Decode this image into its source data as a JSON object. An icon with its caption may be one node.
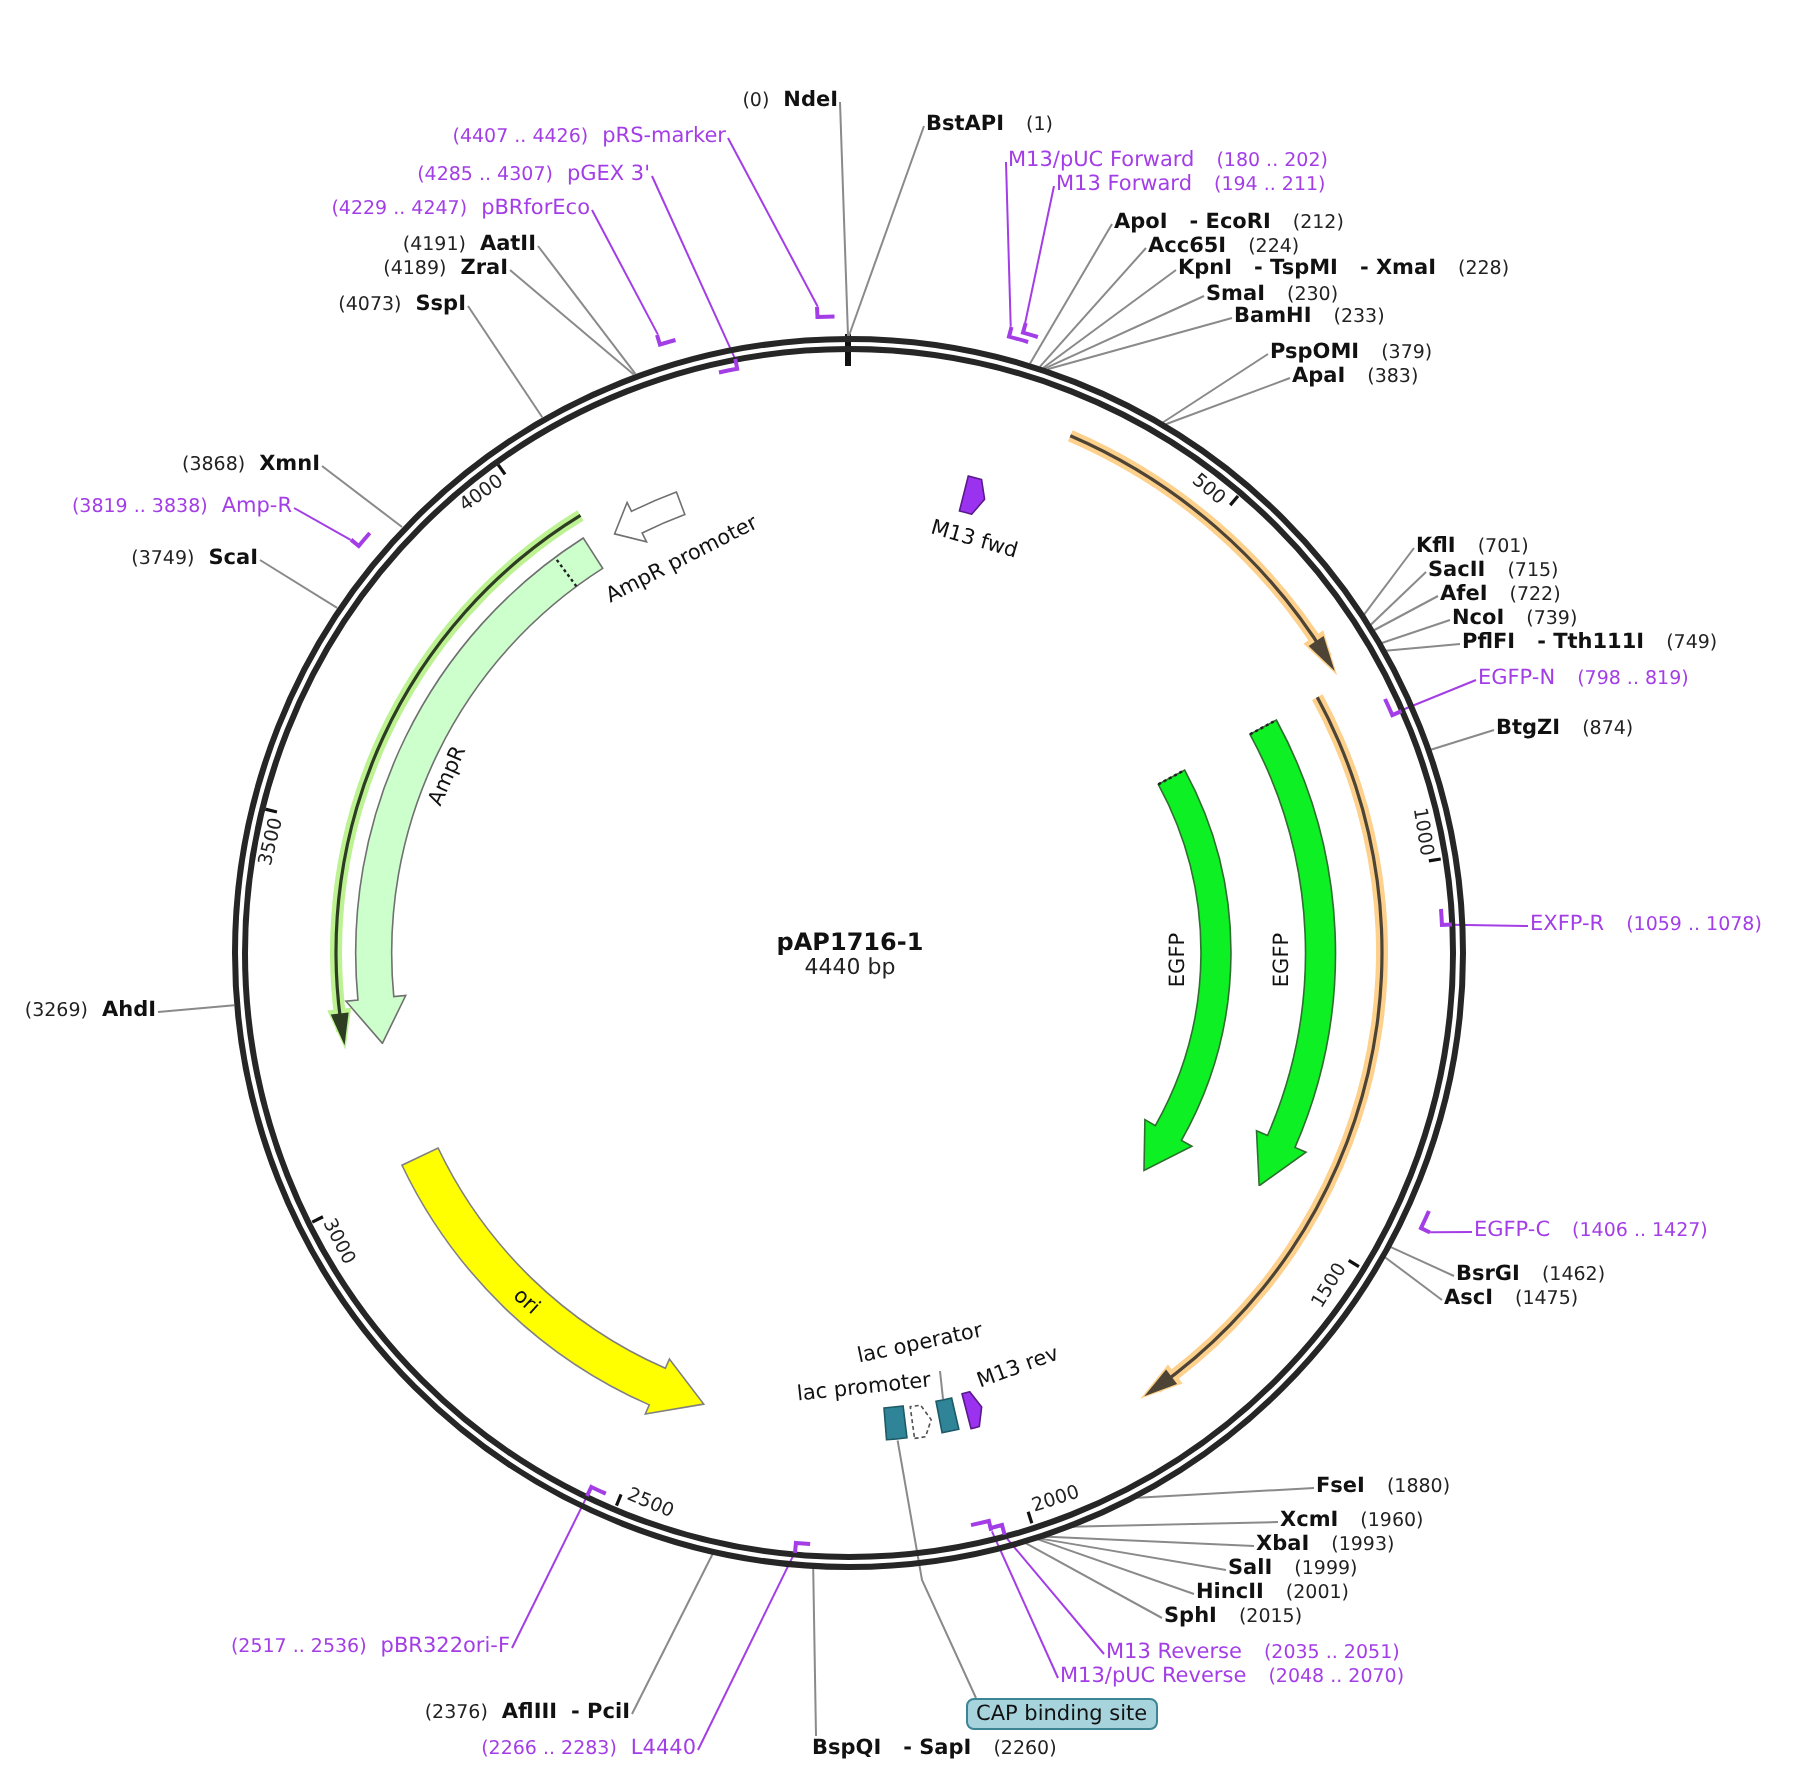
{
  "diagram": {
    "title": "pAP1716-1",
    "nodes": [
      {
        "text": [],
        "shape": "circle"
      },
      {
        "text": [
          "M13 fwd"
        ],
        "in": 0
      },
      {
        "text": [
          "EGFP"
        ],
        "in": 0
      },
      {
        "text": [
          "EGFP"
        ],
        "in": 0
      },
      {
        "text": [
          "AmpR promoter"
        ],
        "in": 0
      },
      {
        "text": [
          "AmpR"
        ],
        "in": 0
      },
      {
        "text": [
          "ori"
        ],
        "in": 0
      },
      {
        "text": [],
        "shape": "box",
        "in": 0
      },
      {
        "text": [
          "lac promoter"
        ],
        "in": 0
      },
      {
        "text": [],
        "shape": "box",
        "in": 0
      },
      {
        "text": [
          "M13 rev"
        ],
        "in": 0
      },
      {
        "text": [
          "lac operator"
        ],
        "in": 0
      },
      {
        "text": [
          "CAP binding site"
        ]
      },
      {
        "text": [],
        "shape": "bar"
      },
      {
        "text": [],
        "shape": "bar"
      },
      {
        "text": [],
        "shape": "bar",
        "in": 0
      },
      {
        "text": [],
        "shape": "bar",
        "in": 0
      },
      {
        "text": [],
        "shape": "bar"
      },
      {
        "text": [],
        "shape": "bar",
        "in": 0
      },
      {
        "text": [],
        "shape": "bar",
        "in": 0
      },
      {
        "text": [],
        "shape": "bar",
        "in": 0
      },
      {
        "text": [],
        "shape": "bar",
        "in": 0
      },
      {
        "text": [],
        "shape": "bar"
      },
      {
        "text": [],
        "shape": "bar"
      },
      {
        "text": [],
        "shape": "bar",
        "in": 0
      },
      {
        "text": [],
        "shape": "bar"
      },
      {
        "text": [
          "M13/pUC Forward",
          "(180 .. 202)"
        ]
      },
      {
        "text": [
          "M13 Forward",
          "(194 .. 211)"
        ]
      },
      {
        "text": [
          "EGFP-N",
          "(798 .. 819)"
        ]
      },
      {
        "text": [
          "EXFP-R",
          "(1059 .. 1078)"
        ]
      },
      {
        "text": [
          "EGFP-C",
          "(1406 .. 1427)"
        ]
      },
      {
        "text": [
          "M13 Reverse",
          "(2035 .. 2051)"
        ]
      },
      {
        "text": [
          "M13/pUC Reverse",
          "(2048 .. 2070)"
        ]
      },
      {
        "text": [
          "(2266 .. 2283)",
          "L4440"
        ]
      },
      {
        "text": [
          "(2517 .. 2536)",
          "pBR322ori-F"
        ]
      },
      {
        "text": [
          "(3819 .. 3838)",
          "Amp-R"
        ]
      },
      {
        "text": [
          "(4229 .. 4247)",
          "pBRforEco"
        ]
      },
      {
        "text": [
          "(4285 .. 4307)",
          "pGEX 3'"
        ]
      },
      {
        "text": [
          "(4407 .. 4426)",
          "pRS-marker"
        ]
      },
      {
        "text": [
          "(0)",
          "NdeI"
        ]
      },
      {
        "text": [
          "BstAPI",
          "(1)"
        ]
      },
      {
        "text": [
          "ApoI",
          "- EcoRI",
          "(212)"
        ]
      },
      {
        "text": [
          "Acc65I",
          "(224)"
        ]
      },
      {
        "text": [
          "KpnI",
          "- TspMI",
          "- XmaI",
          "(228)"
        ]
      },
      {
        "text": [
          "SmaI",
          "(230)"
        ]
      },
      {
        "text": [
          "BamHI",
          "(233)"
        ]
      },
      {
        "text": [
          "PspOMI",
          "(379)"
        ]
      },
      {
        "text": [
          "ApaI",
          "(383)"
        ]
      },
      {
        "text": [
          "KflI",
          "(701)"
        ]
      },
      {
        "text": [
          "SacII",
          "(715)"
        ]
      },
      {
        "text": [
          "AfeI",
          "(722)"
        ]
      },
      {
        "text": [
          "NcoI",
          "(739)"
        ]
      },
      {
        "text": [
          "PflFI",
          "- Tth111I",
          "(749)"
        ]
      },
      {
        "text": [
          "BtgZI",
          "(874)"
        ]
      },
      {
        "text": [
          "BsrGI",
          "(1462)"
        ]
      },
      {
        "text": [
          "AscI",
          "(1475)"
        ]
      },
      {
        "text": [
          "FseI",
          "(1880)"
        ]
      },
      {
        "text": [
          "XcmI",
          "(1960)"
        ]
      },
      {
        "text": [
          "XbaI",
          "(1993)"
        ]
      },
      {
        "text": [
          "SalI",
          "(1999)"
        ]
      },
      {
        "text": [
          "HincII",
          "(2001)"
        ]
      },
      {
        "text": [
          "SphI",
          "(2015)"
        ]
      },
      {
        "text": [
          "BspQI",
          "- SapI",
          "(2260)"
        ]
      },
      {
        "text": [
          "(2376)",
          "AflIII",
          "- PciI"
        ]
      },
      {
        "text": [
          "(3269)",
          "AhdI"
        ]
      },
      {
        "text": [
          "(3749)",
          "ScaI"
        ]
      },
      {
        "text": [
          "(3868)",
          "XmnI"
        ]
      },
      {
        "text": [
          "(4073)",
          "SspI"
        ]
      },
      {
        "text": [
          "(4189)",
          "ZraI"
        ]
      },
      {
        "text": [
          "(4191)",
          "AatII"
        ]
      }
    ],
    "edges": [
      {
        "from": 12,
        "to": 7,
        "arrow": "none"
      },
      {
        "from": 11,
        "to": 9,
        "arrow": "none"
      },
      {
        "from": 26,
        "to": 13,
        "arrow": "none",
        "color": "#a33ee6"
      },
      {
        "from": 27,
        "to": 14,
        "arrow": "none",
        "color": "#a33ee6"
      },
      {
        "from": 28,
        "to": 15,
        "arrow": "none",
        "color": "#a33ee6"
      },
      {
        "from": 29,
        "to": 16,
        "arrow": "none",
        "color": "#a33ee6"
      },
      {
        "from": 30,
        "to": 17,
        "arrow": "none",
        "color": "#a33ee6"
      },
      {
        "from": 31,
        "to": 18,
        "arrow": "none",
        "color": "#a33ee6"
      },
      {
        "from": 32,
        "to": 19,
        "arrow": "none",
        "color": "#a33ee6"
      },
      {
        "from": 33,
        "to": 20,
        "arrow": "none",
        "color": "#a33ee6"
      },
      {
        "from": 34,
        "to": 21,
        "arrow": "none",
        "color": "#a33ee6"
      },
      {
        "from": 35,
        "to": 22,
        "arrow": "none",
        "color": "#a33ee6"
      },
      {
        "from": 36,
        "to": 23,
        "arrow": "none",
        "color": "#a33ee6"
      },
      {
        "from": 37,
        "to": 24,
        "arrow": "none",
        "color": "#a33ee6"
      },
      {
        "from": 38,
        "to": 25,
        "arrow": "none",
        "color": "#a33ee6"
      },
      {
        "from": 39,
        "to": 0,
        "arrow": "none"
      },
      {
        "from": 40,
        "to": 0,
        "arrow": "none"
      },
      {
        "from": 41,
        "to": 0,
        "arrow": "none"
      },
      {
        "from": 42,
        "to": 0,
        "arrow": "none"
      },
      {
        "from": 43,
        "to": 0,
        "arrow": "none"
      },
      {
        "from": 44,
        "to": 0,
        "arrow": "none"
      },
      {
        "from": 45,
        "to": 0,
        "arrow": "none"
      },
      {
        "from": 46,
        "to": 0,
        "arrow": "none"
      },
      {
        "from": 47,
        "to": 0,
        "arrow": "none"
      },
      {
        "from": 48,
        "to": 0,
        "arrow": "none"
      },
      {
        "from": 49,
        "to": 0,
        "arrow": "none"
      },
      {
        "from": 50,
        "to": 0,
        "arrow": "none"
      },
      {
        "from": 51,
        "to": 0,
        "arrow": "none"
      },
      {
        "from": 52,
        "to": 0,
        "arrow": "none"
      },
      {
        "from": 53,
        "to": 0,
        "arrow": "none"
      },
      {
        "from": 54,
        "to": 0,
        "arrow": "none"
      },
      {
        "from": 55,
        "to": 0,
        "arrow": "none"
      },
      {
        "from": 56,
        "to": 0,
        "arrow": "none"
      },
      {
        "from": 57,
        "to": 0,
        "arrow": "none"
      },
      {
        "from": 58,
        "to": 0,
        "arrow": "none"
      },
      {
        "from": 59,
        "to": 0,
        "arrow": "none"
      },
      {
        "from": 60,
        "to": 0,
        "arrow": "none"
      },
      {
        "from": 61,
        "to": 0,
        "arrow": "none"
      },
      {
        "from": 62,
        "to": 0,
        "arrow": "none"
      },
      {
        "from": 63,
        "to": 0,
        "arrow": "none"
      },
      {
        "from": 64,
        "to": 0,
        "arrow": "none"
      },
      {
        "from": 65,
        "to": 0,
        "arrow": "none"
      },
      {
        "from": 66,
        "to": 0,
        "arrow": "none"
      },
      {
        "from": 67,
        "to": 0,
        "arrow": "none"
      },
      {
        "from": 68,
        "to": 0,
        "arrow": "none"
      },
      {
        "from": 69,
        "to": 0,
        "arrow": "none"
      }
    ],
    "labels": [
      "4440 bp",
      "500",
      "1000",
      "1500",
      "2000",
      "2500",
      "3000",
      "3500",
      "4000"
    ]
  }
}
